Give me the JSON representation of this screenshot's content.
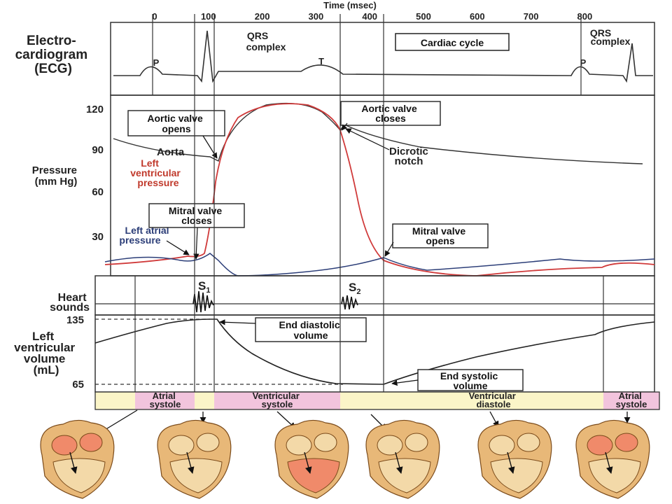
{
  "time_axis": {
    "title": "Time (msec)",
    "ticks": [
      "0",
      "100",
      "200",
      "300",
      "400",
      "500",
      "600",
      "700",
      "800"
    ]
  },
  "ecg": {
    "label_lines": [
      "Electro-",
      "cardiogram",
      "(ECG)"
    ],
    "p_label": "P",
    "p2_label": "P",
    "t_label": "T",
    "qrs_lines": [
      "QRS",
      "complex"
    ],
    "qrs2_lines": [
      "QRS",
      "complex"
    ],
    "cycle_box": "Cardiac cycle"
  },
  "pressure": {
    "label_lines": [
      "Pressure",
      "(mm Hg)"
    ],
    "ticks": [
      "120",
      "90",
      "60",
      "30"
    ],
    "aorta_label": "Aorta",
    "lvp_label_lines": [
      "Left",
      "ventricular",
      "pressure"
    ],
    "lap_label_lines": [
      "Left atrial",
      "pressure"
    ],
    "aortic_opens_lines": [
      "Aortic valve",
      "opens"
    ],
    "aortic_closes_lines": [
      "Aortic valve",
      "closes"
    ],
    "dicrotic_lines": [
      "Dicrotic",
      "notch"
    ],
    "mitral_closes_lines": [
      "Mitral valve",
      "closes"
    ],
    "mitral_opens_lines": [
      "Mitral valve",
      "opens"
    ]
  },
  "sounds": {
    "label_lines": [
      "Heart",
      "sounds"
    ],
    "s1": "S",
    "s1_sub": "1",
    "s2": "S",
    "s2_sub": "2"
  },
  "volume": {
    "label_lines": [
      "Left",
      "ventricular",
      "volume",
      "(mL)"
    ],
    "ticks": [
      "135",
      "65"
    ],
    "edv_lines": [
      "End diastolic",
      "volume"
    ],
    "esv_lines": [
      "End systolic",
      "volume"
    ]
  },
  "phases": {
    "atrial_systole_1": [
      "Atrial",
      "systole"
    ],
    "ventricular_systole": [
      "Ventricular",
      "systole"
    ],
    "ventricular_diastole": [
      "Ventricular",
      "diastole"
    ],
    "atrial_systole_2": [
      "Atrial",
      "systole"
    ]
  },
  "colors": {
    "aorta": "#333333",
    "lv_pressure": "#d03a3a",
    "la_pressure": "#2c3e78",
    "phase_yellow": "#fbf5c8",
    "phase_pink": "#f2c4dd",
    "heart_muscle": "#e8b878",
    "heart_chamber": "#f08a6a"
  }
}
